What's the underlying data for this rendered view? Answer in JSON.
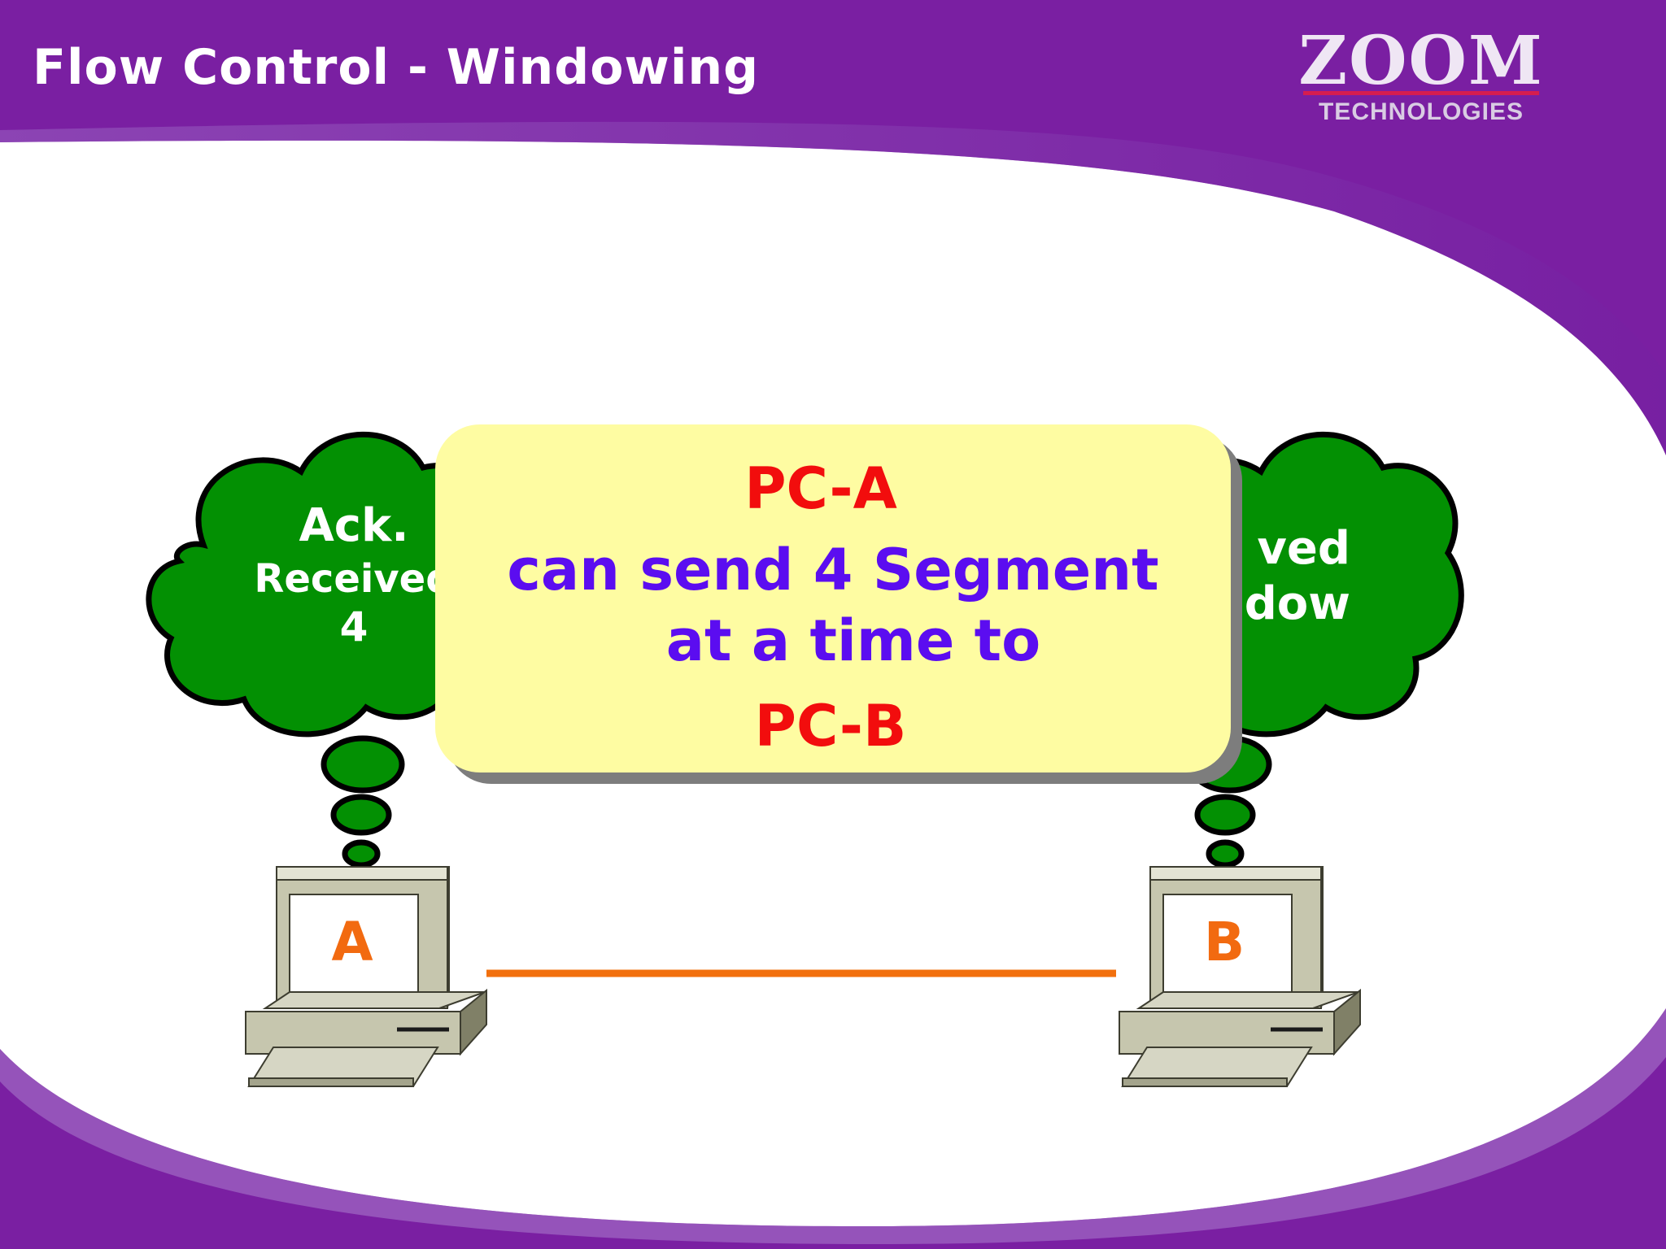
{
  "slide": {
    "title": "Flow Control - Windowing",
    "logo": {
      "word": "ZOOM",
      "subword": "TECHNOLOGIES"
    },
    "colors": {
      "header_purple": "#7a1fa2",
      "cloud_green": "#039003",
      "callout_yellow": "#fefca2",
      "pc_letter_orange": "#f26a10",
      "link_orange": "#f2700d",
      "callout_red": "#f20d0d",
      "callout_violet": "#5b0df0"
    }
  },
  "cloud_left": {
    "lines": [
      "Ack.",
      "Received",
      "4"
    ]
  },
  "cloud_right": {
    "lines": [
      "ved",
      "dow"
    ]
  },
  "callout": {
    "line1": "PC-A",
    "line2": "can send 4 Segment",
    "line3": "at a time to",
    "line4": "PC-B"
  },
  "pc_a": {
    "label": "A"
  },
  "pc_b": {
    "label": "B"
  }
}
